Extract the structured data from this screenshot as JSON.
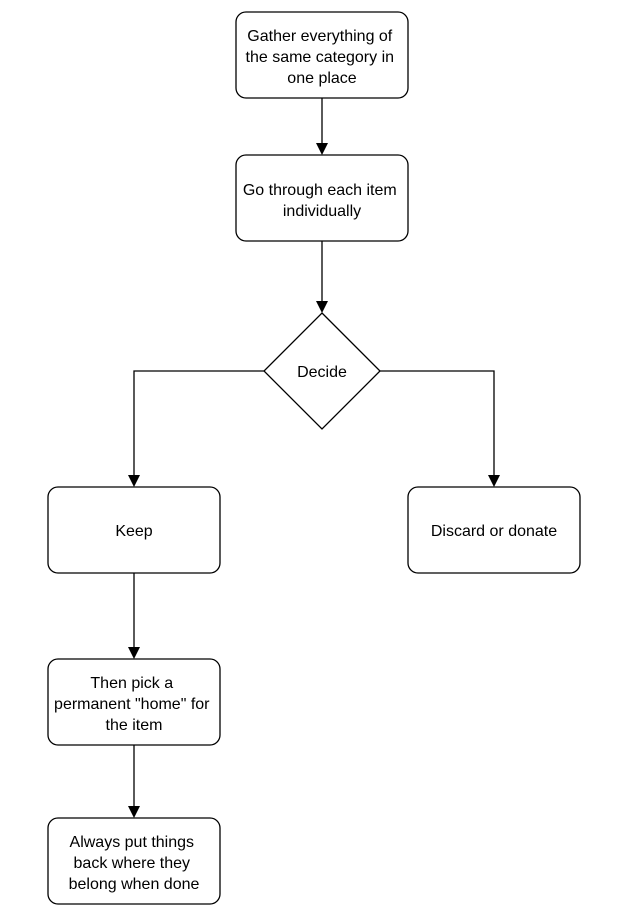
{
  "nodes": {
    "gather": {
      "lines": [
        "Gather everything of",
        "the same category in",
        "one place"
      ]
    },
    "go_through": {
      "lines": [
        "Go through each item",
        "individually"
      ]
    },
    "decide": {
      "lines": [
        "Decide"
      ]
    },
    "keep": {
      "lines": [
        "Keep"
      ]
    },
    "discard": {
      "lines": [
        "Discard or donate"
      ]
    },
    "pick_home": {
      "lines": [
        "Then pick a",
        "permanent \"home\" for",
        "the item"
      ]
    },
    "put_back": {
      "lines": [
        "Always put things",
        "back where they",
        "belong when done"
      ]
    }
  },
  "colors": {
    "stroke": "#000000",
    "fill": "#ffffff",
    "text": "#000000"
  }
}
